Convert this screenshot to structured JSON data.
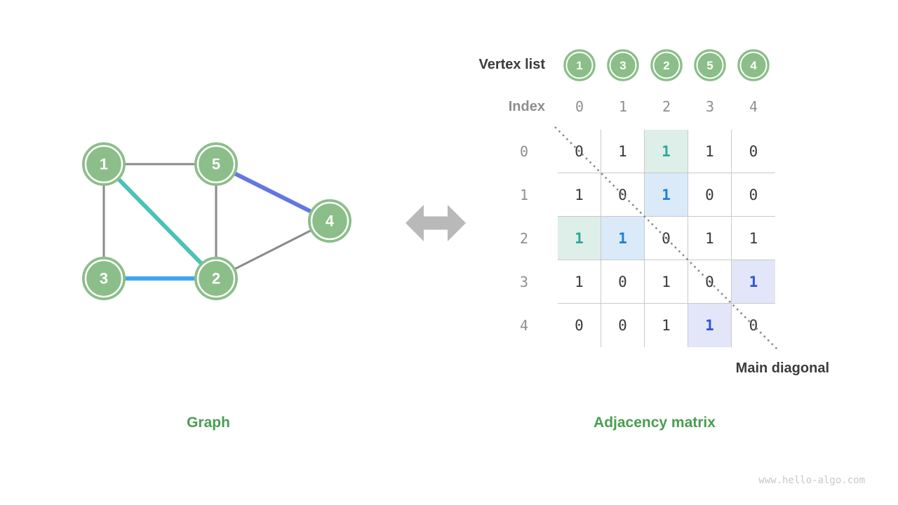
{
  "page": {
    "watermark": "www.hello-algo.com"
  },
  "colors": {
    "node_green": "#8bbe89",
    "caption_green": "#4a9d50",
    "edge_gray": "#8a8a8a",
    "edge_teal": "#4bc2b8",
    "edge_sky_blue": "#41a7ec",
    "edge_indigo": "#6277e6",
    "highlight_teal_bg": "#ddefe8",
    "highlight_blue_bg": "#daeaf9",
    "highlight_indigo_bg": "#e2e6f8",
    "text_teal": "#2fa79c",
    "text_blue": "#1f7fd5",
    "text_indigo": "#3353d6",
    "grid_line": "#c9c9c9",
    "arrow_gray": "#b9b9b9"
  },
  "graph_panel": {
    "caption": "Graph",
    "nodes": [
      {
        "label": "1"
      },
      {
        "label": "5"
      },
      {
        "label": "4"
      },
      {
        "label": "3"
      },
      {
        "label": "2"
      }
    ],
    "edges": [
      {
        "from": "1",
        "to": "5",
        "color": "gray"
      },
      {
        "from": "1",
        "to": "3",
        "color": "gray"
      },
      {
        "from": "5",
        "to": "2",
        "color": "gray"
      },
      {
        "from": "2",
        "to": "4",
        "color": "gray"
      },
      {
        "from": "1",
        "to": "2",
        "color": "teal"
      },
      {
        "from": "3",
        "to": "2",
        "color": "sky-blue"
      },
      {
        "from": "5",
        "to": "4",
        "color": "indigo"
      }
    ]
  },
  "matrix_panel": {
    "caption": "Adjacency matrix",
    "vertex_list_label": "Vertex list",
    "vertices": [
      "1",
      "3",
      "2",
      "5",
      "4"
    ],
    "index_label": "Index",
    "indices": [
      "0",
      "1",
      "2",
      "3",
      "4"
    ],
    "row_labels": [
      "0",
      "1",
      "2",
      "3",
      "4"
    ],
    "cells": [
      [
        "0",
        "1",
        "1",
        "1",
        "0"
      ],
      [
        "1",
        "0",
        "1",
        "0",
        "0"
      ],
      [
        "1",
        "1",
        "0",
        "1",
        "1"
      ],
      [
        "1",
        "0",
        "1",
        "0",
        "1"
      ],
      [
        "0",
        "0",
        "1",
        "1",
        "0"
      ]
    ],
    "highlights": [
      {
        "row": 0,
        "col": 2,
        "style": "teal"
      },
      {
        "row": 1,
        "col": 2,
        "style": "blue"
      },
      {
        "row": 2,
        "col": 0,
        "style": "teal"
      },
      {
        "row": 2,
        "col": 1,
        "style": "blue"
      },
      {
        "row": 3,
        "col": 4,
        "style": "indigo"
      },
      {
        "row": 4,
        "col": 3,
        "style": "indigo"
      }
    ],
    "main_diagonal_label": "Main diagonal"
  }
}
